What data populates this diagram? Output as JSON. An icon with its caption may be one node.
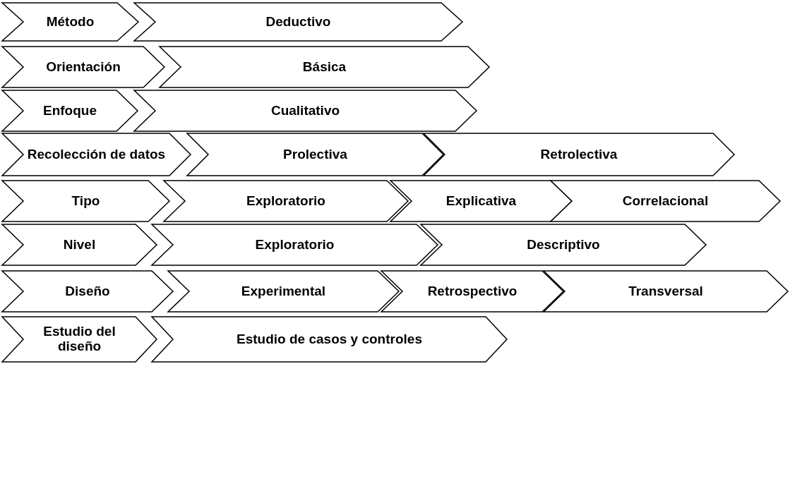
{
  "diagram": {
    "nodes": [
      {
        "text": [
          "Método"
        ]
      },
      {
        "text": [
          "Deductivo"
        ]
      },
      {
        "text": [
          "Orientación"
        ]
      },
      {
        "text": [
          "Básica"
        ]
      },
      {
        "text": [
          "Enfoque"
        ]
      },
      {
        "text": [
          "Cualitativo"
        ]
      },
      {
        "text": [
          "Recolección de datos"
        ]
      },
      {
        "text": [
          "Prolectiva"
        ]
      },
      {
        "text": [
          "Retrolectiva"
        ]
      },
      {
        "text": [
          "Tipo"
        ]
      },
      {
        "text": [
          "Exploratorio"
        ]
      },
      {
        "text": [
          "Explicativa"
        ]
      },
      {
        "text": [
          "Correlacional"
        ]
      },
      {
        "text": [
          "Nivel"
        ]
      },
      {
        "text": [
          "Exploratorio"
        ]
      },
      {
        "text": [
          "Descriptivo"
        ]
      },
      {
        "text": [
          "Diseño"
        ]
      },
      {
        "text": [
          "Experimental"
        ]
      },
      {
        "text": [
          "Retrospectivo"
        ]
      },
      {
        "text": [
          "Transversal"
        ]
      },
      {
        "text": [
          "Estudio del diseño"
        ]
      },
      {
        "text": [
          "Estudio de casos y controles"
        ]
      }
    ]
  }
}
